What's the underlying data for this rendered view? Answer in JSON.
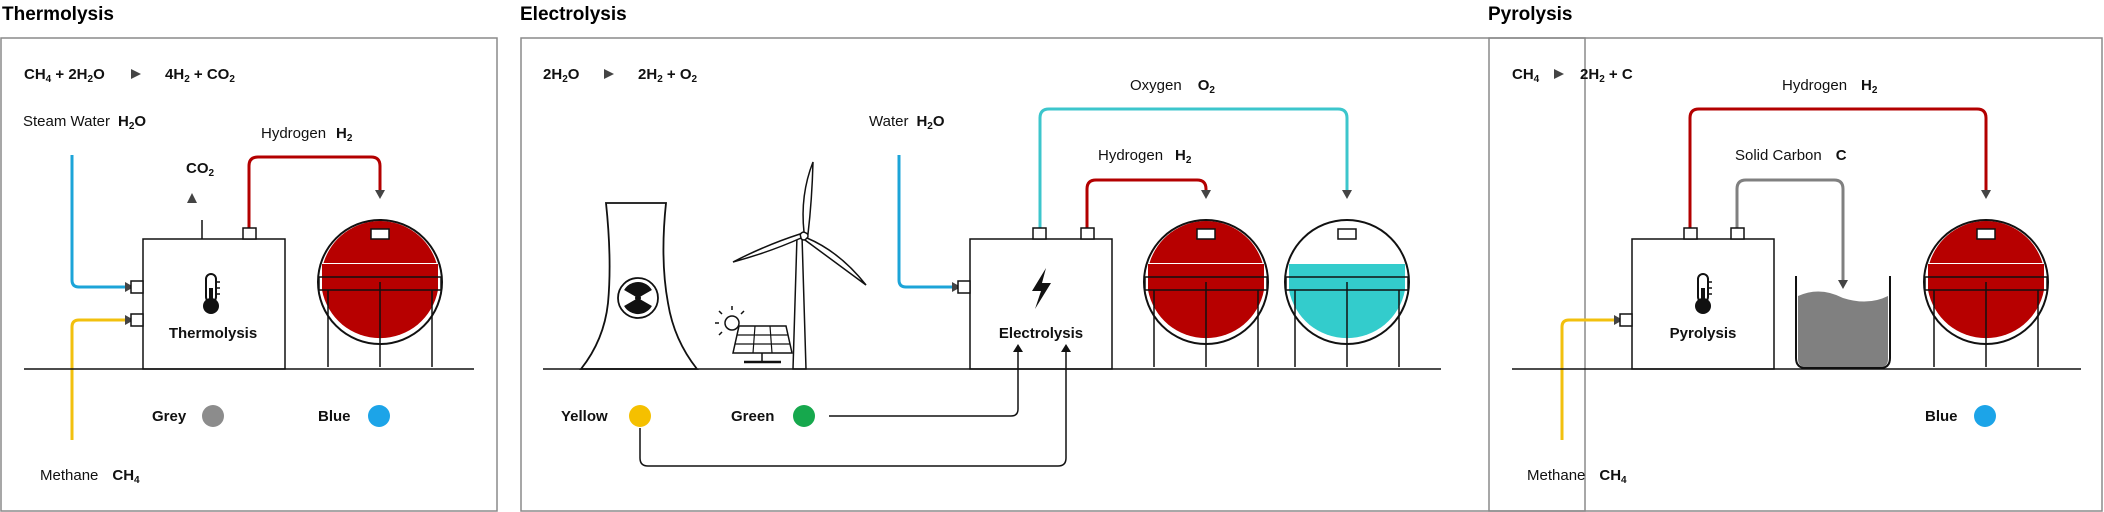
{
  "panels": [
    {
      "title": "Thermolysis",
      "equation": {
        "left": [
          "CH",
          "4",
          " + 2H",
          "2",
          "O"
        ],
        "right": [
          "4H",
          "2",
          " + CO",
          "2"
        ]
      },
      "inputs": [
        {
          "label": "Steam Water",
          "formula": [
            "H",
            "2",
            "O"
          ],
          "color": "#1ca4d8"
        },
        {
          "label": "Methane",
          "formula": [
            "CH",
            "4"
          ],
          "color": "#f2c00e"
        }
      ],
      "outputs": [
        {
          "label": "Hydrogen",
          "formula": [
            "H",
            "2"
          ],
          "color": "#b30000"
        },
        {
          "formula": [
            "CO",
            "2"
          ]
        }
      ],
      "unit_label": "Thermolysis",
      "unit_icon": "thermometer-icon",
      "legend": [
        {
          "label": "Grey",
          "color": "#8c8c8c"
        },
        {
          "label": "Blue",
          "color": "#1ca4e8"
        }
      ]
    },
    {
      "title": "Electrolysis",
      "equation": {
        "left": [
          "2H",
          "2",
          "O"
        ],
        "right": [
          "2H",
          "2",
          " + O",
          "2"
        ]
      },
      "inputs": [
        {
          "label": "Water",
          "formula": [
            "H",
            "2",
            "O"
          ],
          "color": "#1ca4d8"
        }
      ],
      "outputs": [
        {
          "label": "Hydrogen",
          "formula": [
            "H",
            "2"
          ],
          "color": "#b30000"
        },
        {
          "label": "Oxygen",
          "formula": [
            "O",
            "2"
          ],
          "color": "#3cc6cc"
        }
      ],
      "unit_label": "Electrolysis",
      "unit_icon": "lightning-icon",
      "power_sources": [
        "nuclear-cooling-tower-icon",
        "solar-panel-icon",
        "wind-turbine-icon"
      ],
      "legend": [
        {
          "label": "Yellow",
          "color": "#f5c000"
        },
        {
          "label": "Green",
          "color": "#16a84d"
        }
      ]
    },
    {
      "title": "Pyrolysis",
      "equation": {
        "left": [
          "CH",
          "4"
        ],
        "right": [
          "2H",
          "2",
          " + C"
        ]
      },
      "inputs": [
        {
          "label": "Methane",
          "formula": [
            "CH",
            "4"
          ],
          "color": "#f2c00e"
        }
      ],
      "outputs": [
        {
          "label": "Hydrogen",
          "formula": [
            "H",
            "2"
          ],
          "color": "#b30000"
        },
        {
          "label": "Solid Carbon",
          "formula": [
            "C"
          ],
          "color": "#808080"
        }
      ],
      "unit_label": "Pyrolysis",
      "unit_icon": "thermometer-icon",
      "legend": [
        {
          "label": "Blue",
          "color": "#1ca4e8"
        }
      ]
    }
  ],
  "colors": {
    "hydrogen_tank": "#b70000",
    "oxygen_tank": "#33cccc",
    "carbon_pile": "#808080",
    "frame": "#8a8a8a",
    "arrow": "#444444"
  }
}
